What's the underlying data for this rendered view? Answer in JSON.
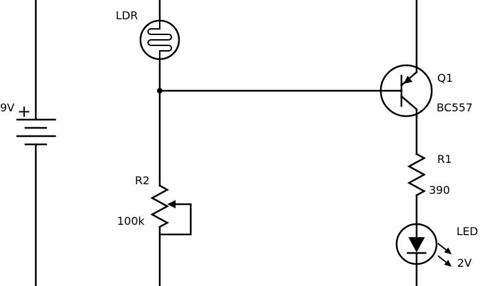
{
  "labels": {
    "battery": "9V",
    "battery_plus": "+",
    "ldr": "LDR",
    "r2_name": "R2",
    "r2_value": "100k",
    "q1_name": "Q1",
    "q1_part": "BC557",
    "r1_name": "R1",
    "r1_value": "390",
    "led_name": "LED",
    "led_voltage": "2V"
  }
}
